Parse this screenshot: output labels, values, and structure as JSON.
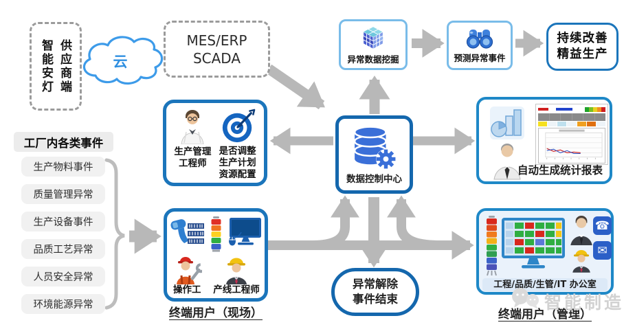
{
  "colors": {
    "primary_blue": "#1b75bb",
    "deep_blue": "#1467ad",
    "light_blue_border": "#79bce9",
    "panel_blue": "#1e88c7",
    "arrow_gray": "#b8b8b8",
    "cloud_blue": "#3d9be9",
    "watermark_gray": "#d2d2d2"
  },
  "top_row": {
    "supplier_andon": {
      "right_column": "供应商端",
      "left_column": "智能安灯"
    },
    "cloud_label": "云",
    "mes": {
      "line1": "MES/ERP",
      "line2": "SCADA"
    },
    "mining_label": "异常数据挖掘",
    "predict_label": "预测异常事件",
    "improve": {
      "line1": "持续改善",
      "line2": "精益生产"
    }
  },
  "events": {
    "title": "工厂内各类事件",
    "items": [
      "生产物料事件",
      "质量管理异常",
      "生产设备事件",
      "品质工艺异常",
      "人员安全异常",
      "环境能源异常"
    ]
  },
  "production_mgmt": {
    "role": {
      "line1": "生产管理",
      "line2": "工程师"
    },
    "decision": {
      "line1": "是否调整",
      "line2": "生产计划",
      "line3": "资源配置"
    }
  },
  "data_center": {
    "label": "数据控制中心"
  },
  "report": {
    "label": "自动生成统计报表"
  },
  "field_users": {
    "operator_label": "操作工",
    "line_engineer_label": "产线工程师",
    "caption": "终端用户（现场）"
  },
  "end_event": {
    "line1": "异常解除",
    "line2": "事件结束"
  },
  "mgmt_users": {
    "office_label": "工程/品质/生管/IT 办公室",
    "caption": "终端用户（管理）"
  },
  "watermark": {
    "text": "智能制造"
  },
  "icons": {
    "phone_glyph": "☎",
    "mail_glyph": "✉",
    "names": [
      "cloud-icon",
      "cube-icon",
      "binoculars-icon",
      "engineer-icon",
      "target-dart-icon",
      "database-gear-icon",
      "chart-icon",
      "analyst-icon",
      "report-thumbnail",
      "barcode-scanner-icon",
      "andon-tower-icon",
      "monitor-icon",
      "worker-wrench-icon",
      "helmet-engineer-icon",
      "status-board-icon",
      "businessman-icon",
      "phone-icon",
      "mail-icon",
      "chat-bubbles-icon"
    ]
  }
}
